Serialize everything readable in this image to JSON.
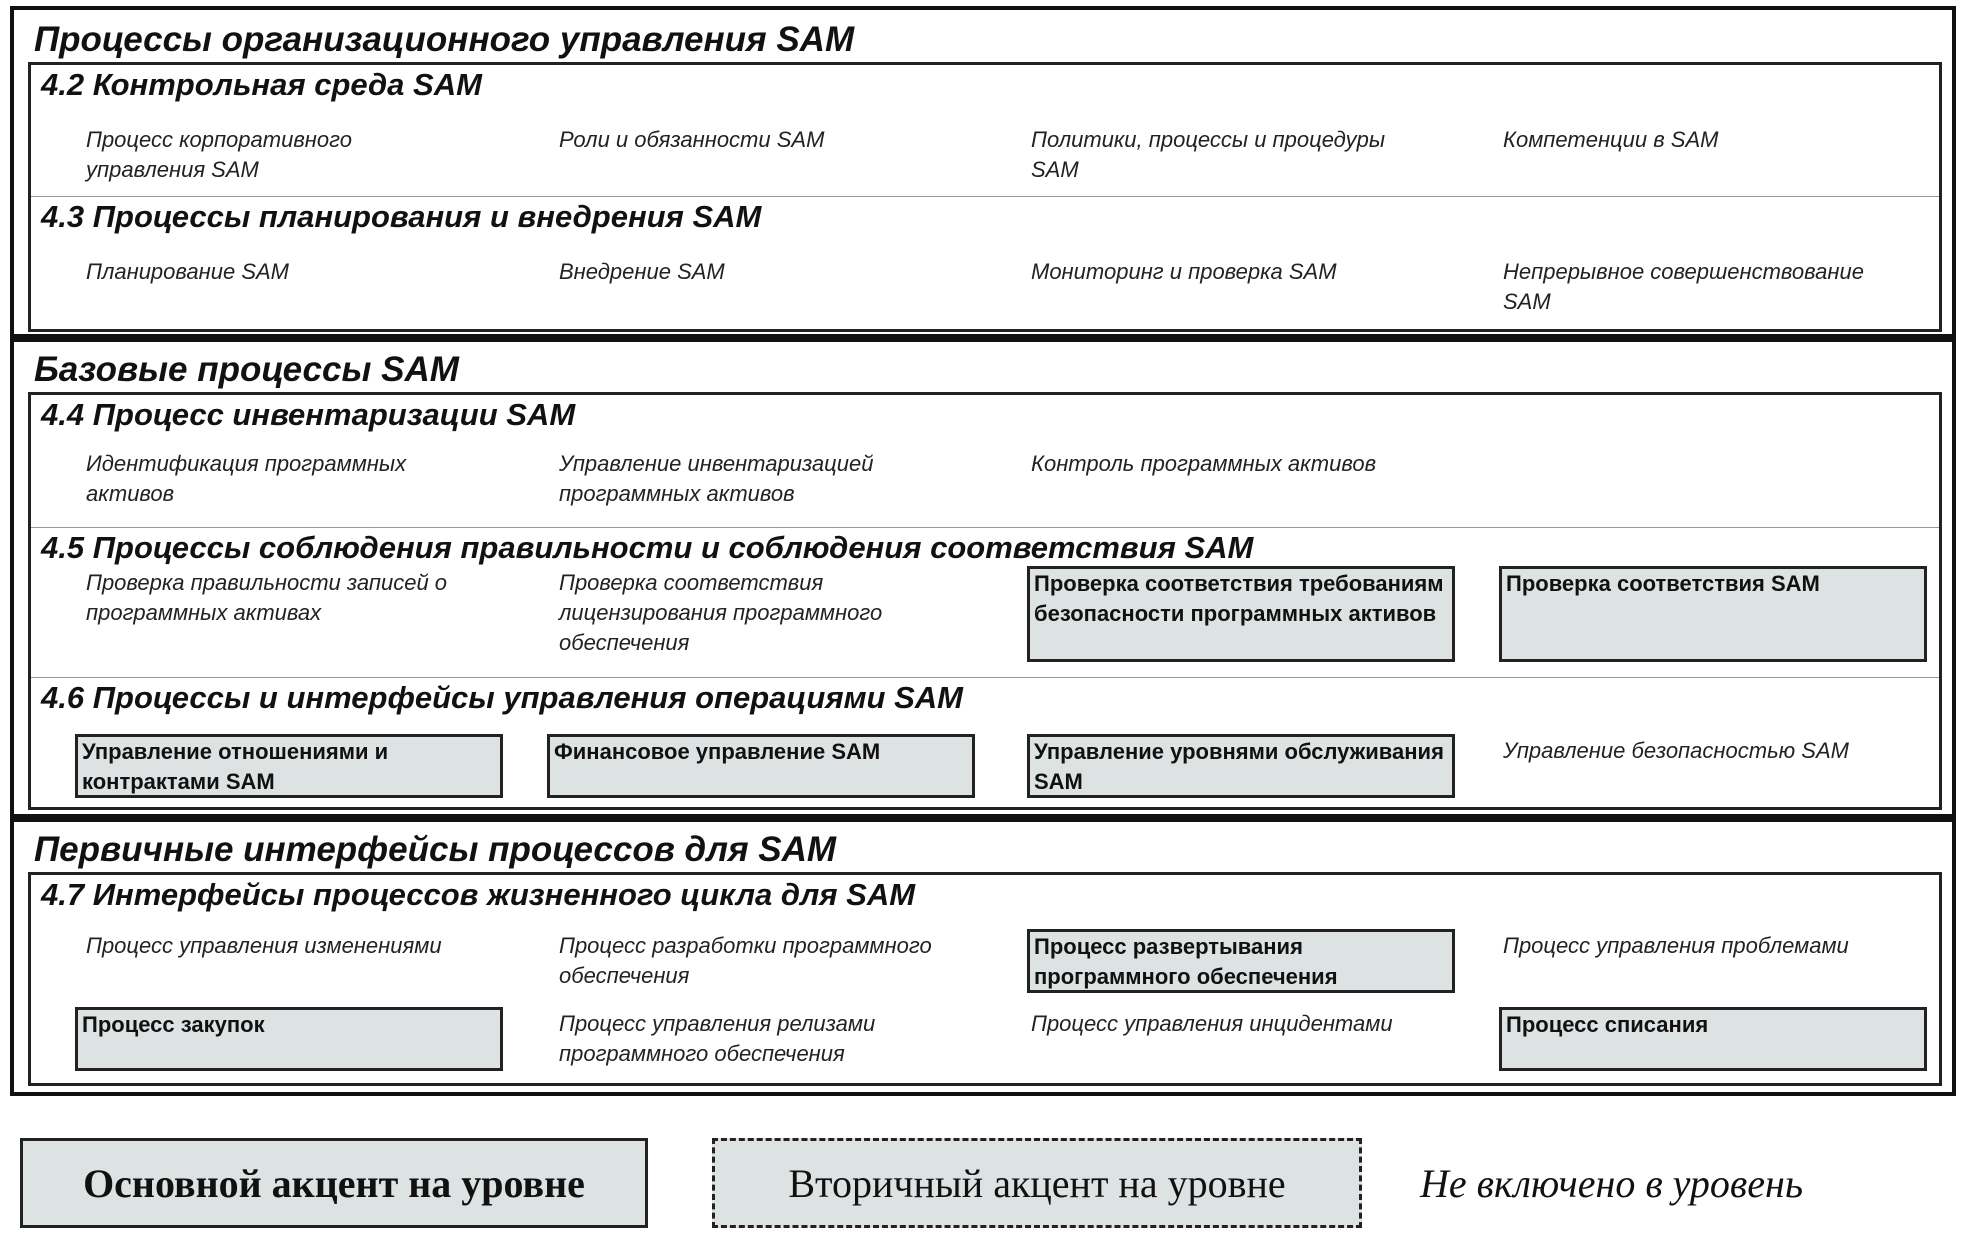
{
  "groups": [
    {
      "title": "Процессы организационного управления SAM",
      "sections": [
        {
          "title": "4.2 Контрольная среда SAM",
          "items": [
            {
              "text": "Процесс корпоративного управления SAM",
              "style": "none"
            },
            {
              "text": "Роли и обязанности SAM",
              "style": "none"
            },
            {
              "text": "Политики, процессы и процедуры SAM",
              "style": "none"
            },
            {
              "text": "Компетенции в SAM",
              "style": "none"
            }
          ]
        },
        {
          "title": "4.3 Процессы планирования и внедрения SAM",
          "items": [
            {
              "text": "Планирование SAM",
              "style": "none"
            },
            {
              "text": "Внедрение SAM",
              "style": "none"
            },
            {
              "text": "Мониторинг и проверка SAM",
              "style": "none"
            },
            {
              "text": "Непрерывное совершенствование SAM",
              "style": "none"
            }
          ]
        }
      ]
    },
    {
      "title": "Базовые процессы SAM",
      "sections": [
        {
          "title": "4.4 Процесс инвентаризации SAM",
          "items": [
            {
              "text": "Идентификация программных активов",
              "style": "none"
            },
            {
              "text": "Управление инвентаризацией программных активов",
              "style": "none"
            },
            {
              "text": "Контроль программных активов",
              "style": "none"
            }
          ]
        },
        {
          "title": "4.5 Процессы соблюдения правильности и соблюдения соответствия SAM",
          "items": [
            {
              "text": "Проверка правильности записей о программных активах",
              "style": "none"
            },
            {
              "text": "Проверка соответствия лицензирования программного обеспечения",
              "style": "none"
            },
            {
              "text": "Проверка соответствия требованиям безопасности программных активов",
              "style": "primary"
            },
            {
              "text": "Проверка соответствия SAM",
              "style": "primary"
            }
          ]
        },
        {
          "title": "4.6 Процессы и интерфейсы управления операциями SAM",
          "items": [
            {
              "text": "Управление отношениями и контрактами SAM",
              "style": "primary"
            },
            {
              "text": "Финансовое управление SAM",
              "style": "primary"
            },
            {
              "text": "Управление уровнями обслуживания SAM",
              "style": "primary"
            },
            {
              "text": "Управление безопасностью SAM",
              "style": "none"
            }
          ]
        }
      ]
    },
    {
      "title": "Первичные интерфейсы процессов для SAM",
      "sections": [
        {
          "title": "4.7 Интерфейсы процессов жизненного цикла для SAM",
          "items": [
            {
              "text": "Процесс управления изменениями",
              "style": "none"
            },
            {
              "text": "Процесс разработки программного обеспечения",
              "style": "none"
            },
            {
              "text": "Процесс развертывания программного обеспечения",
              "style": "primary"
            },
            {
              "text": "Процесс управления проблемами",
              "style": "none"
            },
            {
              "text": "Процесс закупок",
              "style": "primary"
            },
            {
              "text": "Процесс управления релизами программного обеспечения",
              "style": "none"
            },
            {
              "text": "Процесс управления инцидентами",
              "style": "none"
            },
            {
              "text": "Процесс списания",
              "style": "primary"
            }
          ]
        }
      ]
    }
  ],
  "legend": {
    "primary": "Основной акцент на уровне",
    "secondary": "Вторичный акцент на уровне",
    "none": "Не включено в уровень"
  },
  "colors": {
    "primary_fill": "#dde3e3",
    "border": "#222222"
  }
}
